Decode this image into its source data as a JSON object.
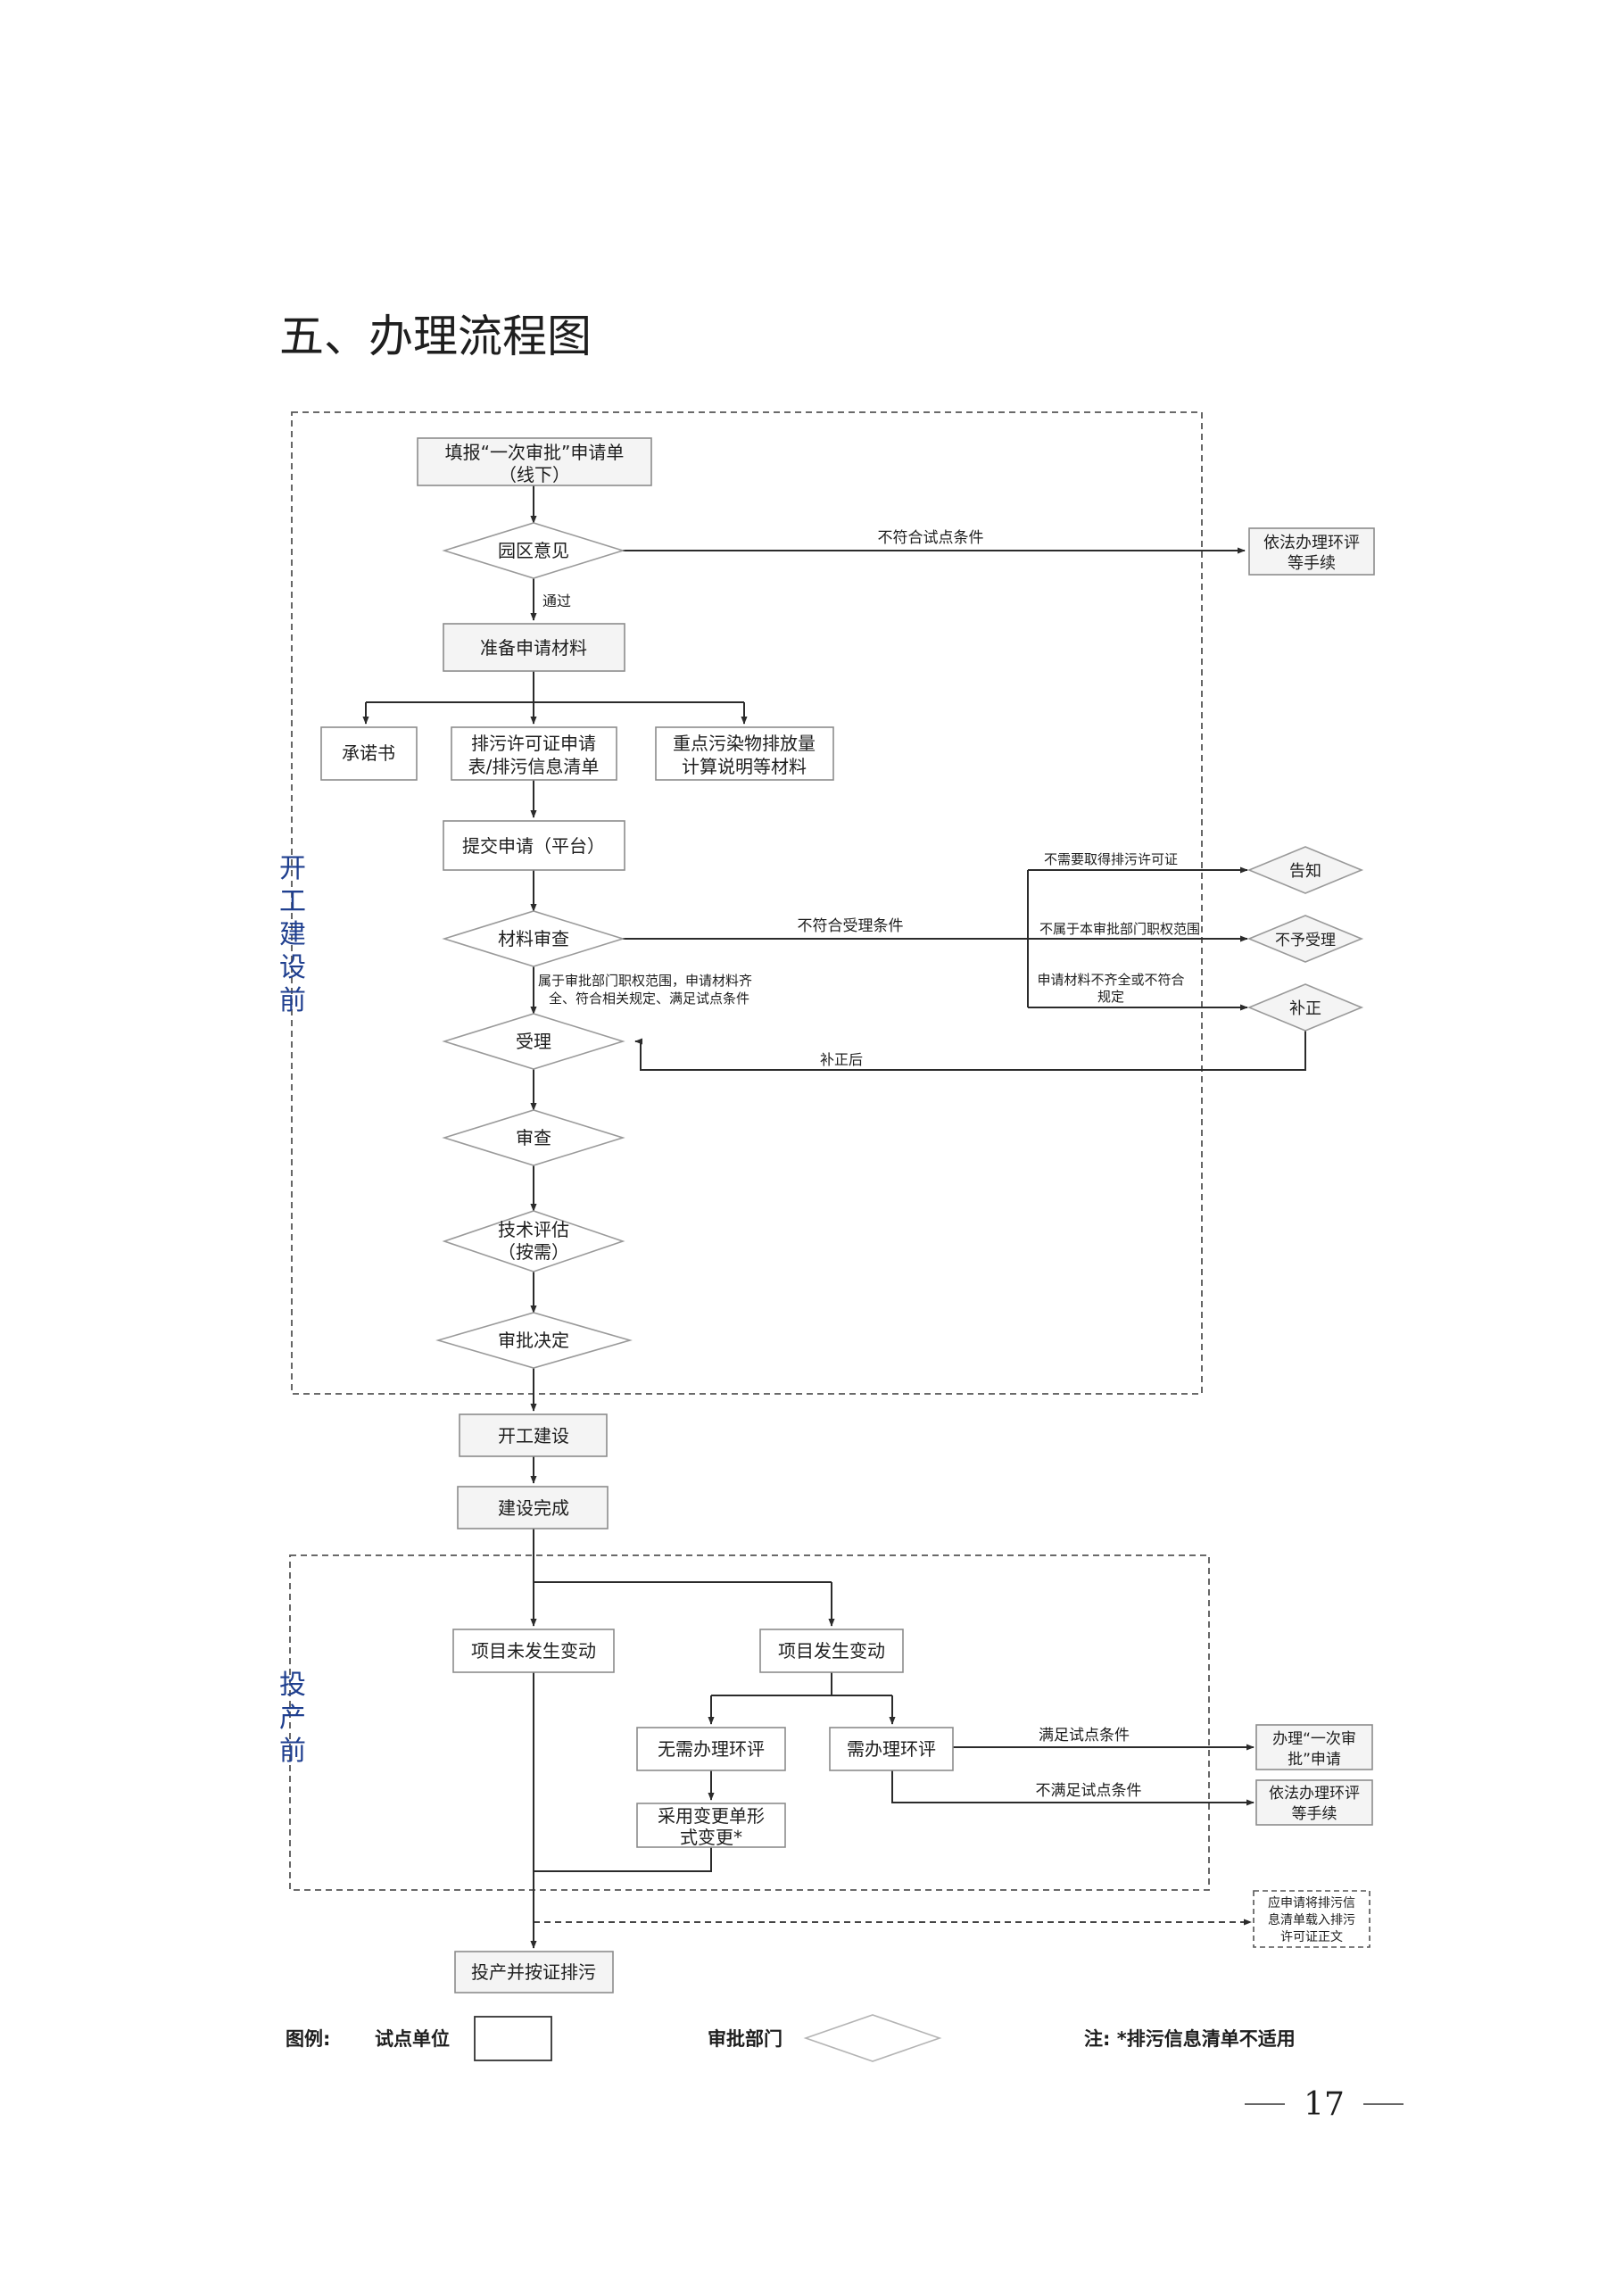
{
  "page_title": "五、办理流程图",
  "page_number": "17",
  "page_number_deco": "—",
  "zones": {
    "before_construction": [
      "开",
      "工",
      "建",
      "设",
      "前"
    ],
    "before_production": [
      "投",
      "产",
      "前"
    ]
  },
  "nodes": {
    "fill_form": [
      "填报“一次审批”申请单",
      "（线下）"
    ],
    "park_opinion": "园区意见",
    "eia_procedures_1": [
      "依法办理环评",
      "等手续"
    ],
    "prepare_materials": "准备申请材料",
    "commitment": "承诺书",
    "permit_form": [
      "排污许可证申请",
      "表/排污信息清单"
    ],
    "pollutant_calc": [
      "重点污染物排放量",
      "计算说明等材料"
    ],
    "submit": "提交申请（平台）",
    "material_review": "材料审查",
    "inform": "告知",
    "reject": "不予受理",
    "supplement": "补正",
    "accept": "受理",
    "review": "审查",
    "tech_eval": [
      "技术评估",
      "（按需）"
    ],
    "decision": "审批决定",
    "start_construction": "开工建设",
    "construction_done": "建设完成",
    "no_change": "项目未发生变动",
    "changed": "项目发生变动",
    "no_eia": "无需办理环评",
    "need_eia": "需办理环评",
    "change_form": [
      "采用变更单形",
      "式变更*"
    ],
    "apply_once": [
      "办理“一次审",
      "批”申请"
    ],
    "eia_procedures_2": [
      "依法办理环评",
      "等手续"
    ],
    "load_info": [
      "应申请将排污信",
      "息清单载入排污",
      "许可证正文"
    ],
    "production": "投产并按证排污"
  },
  "edge_labels": {
    "not_pilot": "不符合试点条件",
    "passed": "通过",
    "no_permit_needed": "不需要取得排污许可证",
    "not_accept_cond": "不符合受理条件",
    "not_in_scope": "不属于本审批部门职权范围",
    "incomplete": [
      "申请材料不齐全或不符合",
      "规定"
    ],
    "in_scope": [
      "属于审批部门职权范围，申请材料齐",
      "全、符合相关规定、满足试点条件"
    ],
    "after_fix": "补正后",
    "meets_pilot": "满足试点条件",
    "not_meets_pilot": "不满足试点条件"
  },
  "legend": {
    "label": "图例:",
    "pilot_unit": "试点单位",
    "approval_dept": "审批部门",
    "note": "注: *排污信息清单不适用"
  },
  "colors": {
    "zone_label": "#1f3f8f",
    "gray_fill": "#f4f4f4",
    "line": "#2b2b2b"
  }
}
